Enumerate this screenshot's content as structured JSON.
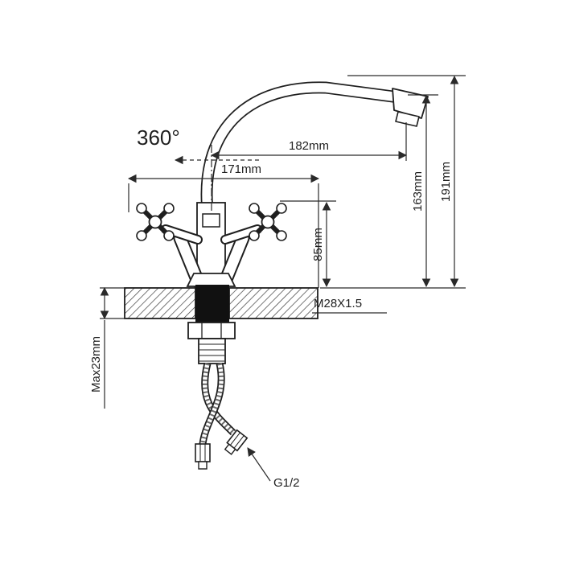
{
  "diagram": {
    "title": "faucet-technical-drawing",
    "rotation_label": "360°",
    "dim_spout_reach": "182mm",
    "dim_handle_span": "171mm",
    "dim_spout_height": "163mm",
    "dim_total_height": "191mm",
    "dim_handle_height": "85mm",
    "thread_label": "M28X1.5",
    "dim_max_counter_thickness": "Max23mm",
    "hose_thread_label": "G1/2"
  },
  "colors": {
    "line": "#1f1f1f",
    "dim": "#2a2a2a",
    "shank_fill": "#111111",
    "hose": "#3a3a3a"
  }
}
